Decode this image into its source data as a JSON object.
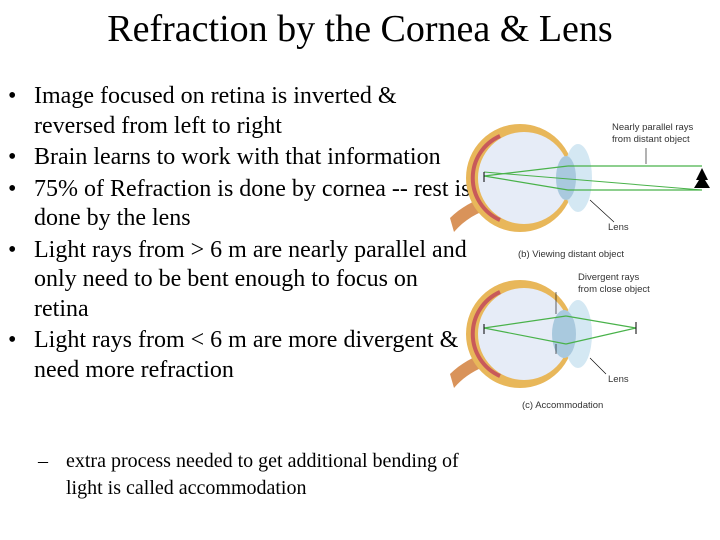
{
  "title": "Refraction by the Cornea & Lens",
  "bullets": [
    "Image focused on retina is inverted & reversed from left to right",
    "Brain learns to work with that information",
    "75% of Refraction is done by  cornea -- rest is done by the lens",
    "Light rays from > 6 m are nearly parallel and only need to be bent enough to focus on retina",
    "Light rays from < 6 m are more divergent & need more refraction"
  ],
  "sub_bullet": "extra process needed to get additional bending of light is called accommodation",
  "bullet_symbol": "•",
  "sub_symbol": "–",
  "figure": {
    "top_rays_label_1": "Nearly parallel rays",
    "top_rays_label_2": "from distant object",
    "top_lens_label": "Lens",
    "top_caption": "(b) Viewing distant object",
    "bottom_rays_label_1": "Divergent rays",
    "bottom_rays_label_2": "from close object",
    "bottom_lens_label": "Lens",
    "bottom_caption": "(c) Accommodation"
  },
  "colors": {
    "sclera": "#e8b75a",
    "eye_inner": "#e6ecf7",
    "retina": "#c85a5a",
    "lens": "#a9c9de",
    "cornea": "#cfe6f2",
    "rays": "#49b24a",
    "nerve": "#d9935a"
  }
}
